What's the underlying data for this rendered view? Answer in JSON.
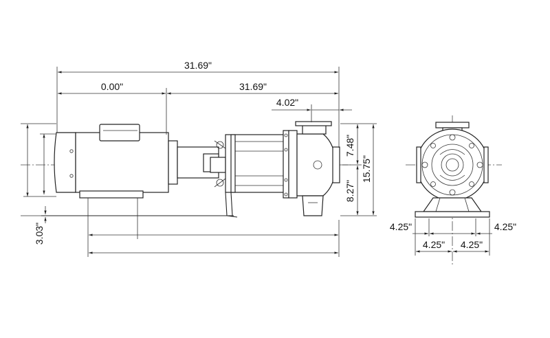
{
  "dimensions": {
    "overall_length": "31.69\"",
    "motor_section": "0.00\"",
    "pump_section": "31.69\"",
    "discharge_offset": "4.02\"",
    "discharge_height": "7.48\"",
    "overall_height": "15.75\"",
    "suction_height": "8.27\"",
    "base_height": "3.03\"",
    "front_left_outer": "4.25\"",
    "front_right_outer": "4.25\"",
    "front_left_inner": "4.25\"",
    "front_right_inner": "4.25\""
  }
}
